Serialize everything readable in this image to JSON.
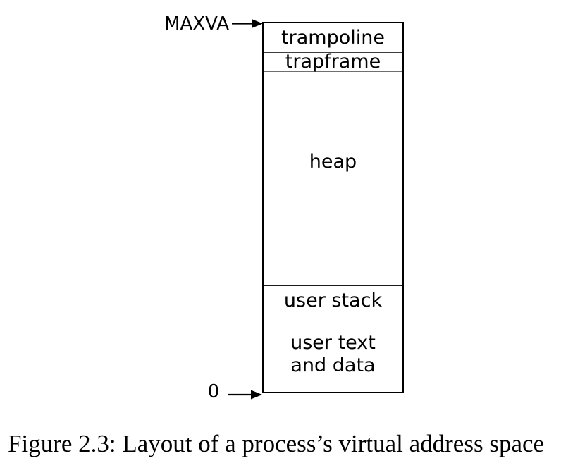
{
  "figure": {
    "caption": "Figure 2.3: Layout of a process’s virtual address space"
  },
  "diagram": {
    "top_address_label": "MAXVA",
    "bottom_address_label": "0",
    "sections": [
      {
        "id": "trampoline",
        "label": "trampoline"
      },
      {
        "id": "trapframe",
        "label": "trapframe"
      },
      {
        "id": "heap",
        "label": "heap"
      },
      {
        "id": "user-stack",
        "label": "user stack"
      },
      {
        "id": "user-text-and-data",
        "label": "user text\nand data"
      }
    ],
    "colors": {
      "background": "#ffffff",
      "line": "#000000",
      "text": "#000000"
    }
  }
}
